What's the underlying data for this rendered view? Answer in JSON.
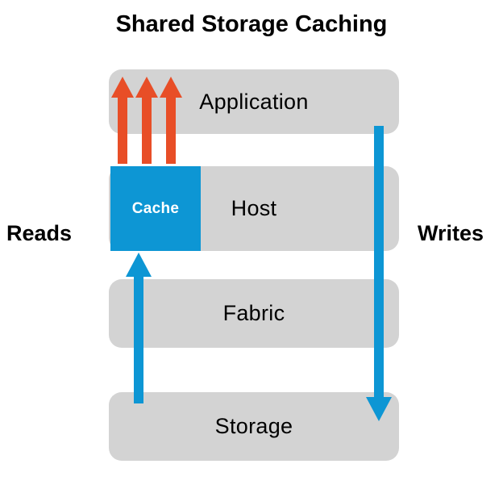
{
  "title": "Shared Storage Caching",
  "layers": [
    {
      "label": "Application"
    },
    {
      "label": "Host"
    },
    {
      "label": "Fabric"
    },
    {
      "label": "Storage"
    }
  ],
  "cache": {
    "label": "Cache"
  },
  "side_labels": {
    "reads": "Reads",
    "writes": "Writes"
  },
  "colors": {
    "layer_gray": "#d3d3d3",
    "cache_blue": "#0d96d4",
    "arrow_blue": "#0d96d4",
    "arrow_orange": "#e84e27",
    "text_black": "#000000"
  }
}
